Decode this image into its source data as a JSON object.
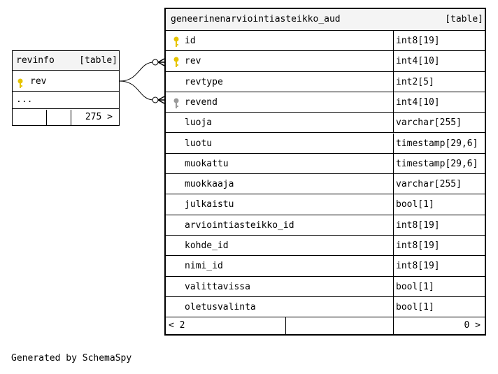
{
  "colors": {
    "key_primary": "#e6c400",
    "key_foreign": "#9a9a9a",
    "header_bg": "#f4f4f4",
    "line": "#000000"
  },
  "revinfo": {
    "name": "revinfo",
    "kind": "[table]",
    "columns": [
      {
        "name": "rev",
        "key": "primary"
      }
    ],
    "more": "...",
    "footer": {
      "children": "275 >"
    }
  },
  "main": {
    "name": "geneerinenarviointiasteikko_aud",
    "kind": "[table]",
    "columns": [
      {
        "name": "id",
        "type": "int8[19]",
        "key": "primary"
      },
      {
        "name": "rev",
        "type": "int4[10]",
        "key": "primary"
      },
      {
        "name": "revtype",
        "type": "int2[5]",
        "key": ""
      },
      {
        "name": "revend",
        "type": "int4[10]",
        "key": "foreign"
      },
      {
        "name": "luoja",
        "type": "varchar[255]",
        "key": ""
      },
      {
        "name": "luotu",
        "type": "timestamp[29,6]",
        "key": ""
      },
      {
        "name": "muokattu",
        "type": "timestamp[29,6]",
        "key": ""
      },
      {
        "name": "muokkaaja",
        "type": "varchar[255]",
        "key": ""
      },
      {
        "name": "julkaistu",
        "type": "bool[1]",
        "key": ""
      },
      {
        "name": "arviointiasteikko_id",
        "type": "int8[19]",
        "key": ""
      },
      {
        "name": "kohde_id",
        "type": "int8[19]",
        "key": ""
      },
      {
        "name": "nimi_id",
        "type": "int8[19]",
        "key": ""
      },
      {
        "name": "valittavissa",
        "type": "bool[1]",
        "key": ""
      },
      {
        "name": "oletusvalinta",
        "type": "bool[1]",
        "key": ""
      }
    ],
    "footer": {
      "parents": "< 2",
      "children": "0 >"
    }
  },
  "footer_text": "Generated by SchemaSpy"
}
